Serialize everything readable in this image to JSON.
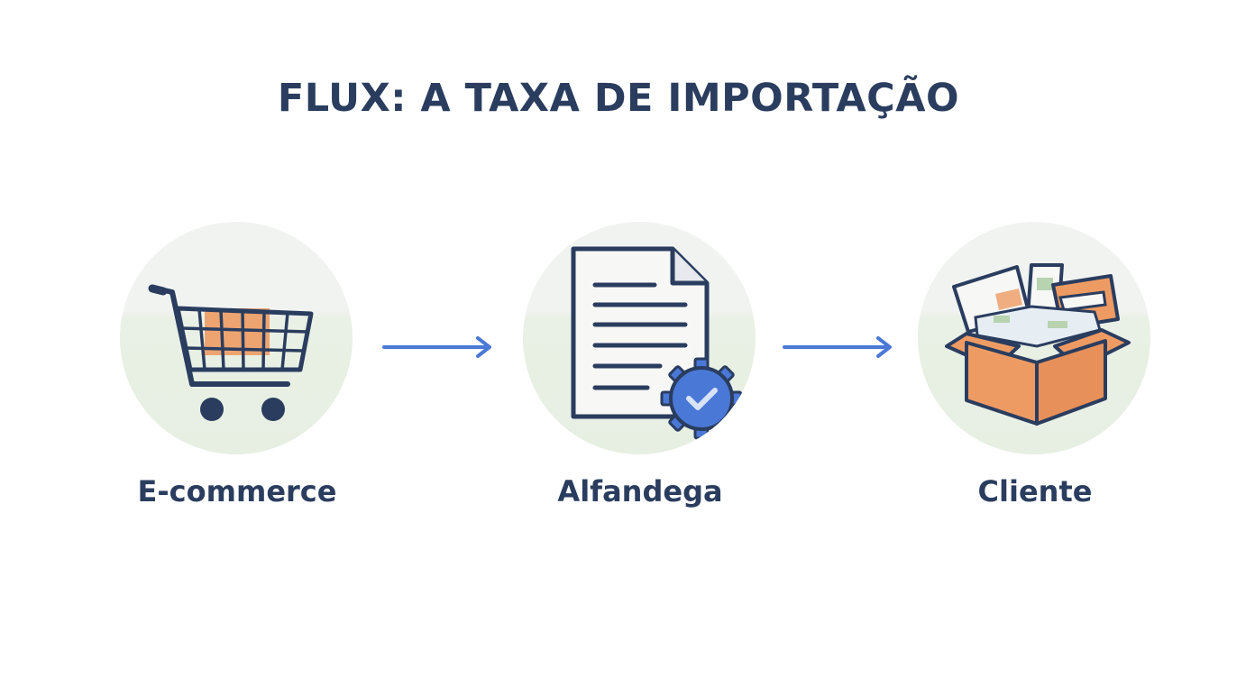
{
  "title": "FLUX: A TAXA DE IMPORTAÇÃO",
  "steps": [
    {
      "label": "E-commerce",
      "icon": "shopping-cart-icon"
    },
    {
      "label": "Alfandega",
      "icon": "document-check-icon"
    },
    {
      "label": "Cliente",
      "icon": "open-box-icon"
    }
  ],
  "colors": {
    "navy": "#2a3d5f",
    "accent_blue": "#4a78d6",
    "orange": "#ee9b63",
    "circle_bg": "#f1f3f1",
    "circle_bg_lower": "#e7efe3"
  }
}
